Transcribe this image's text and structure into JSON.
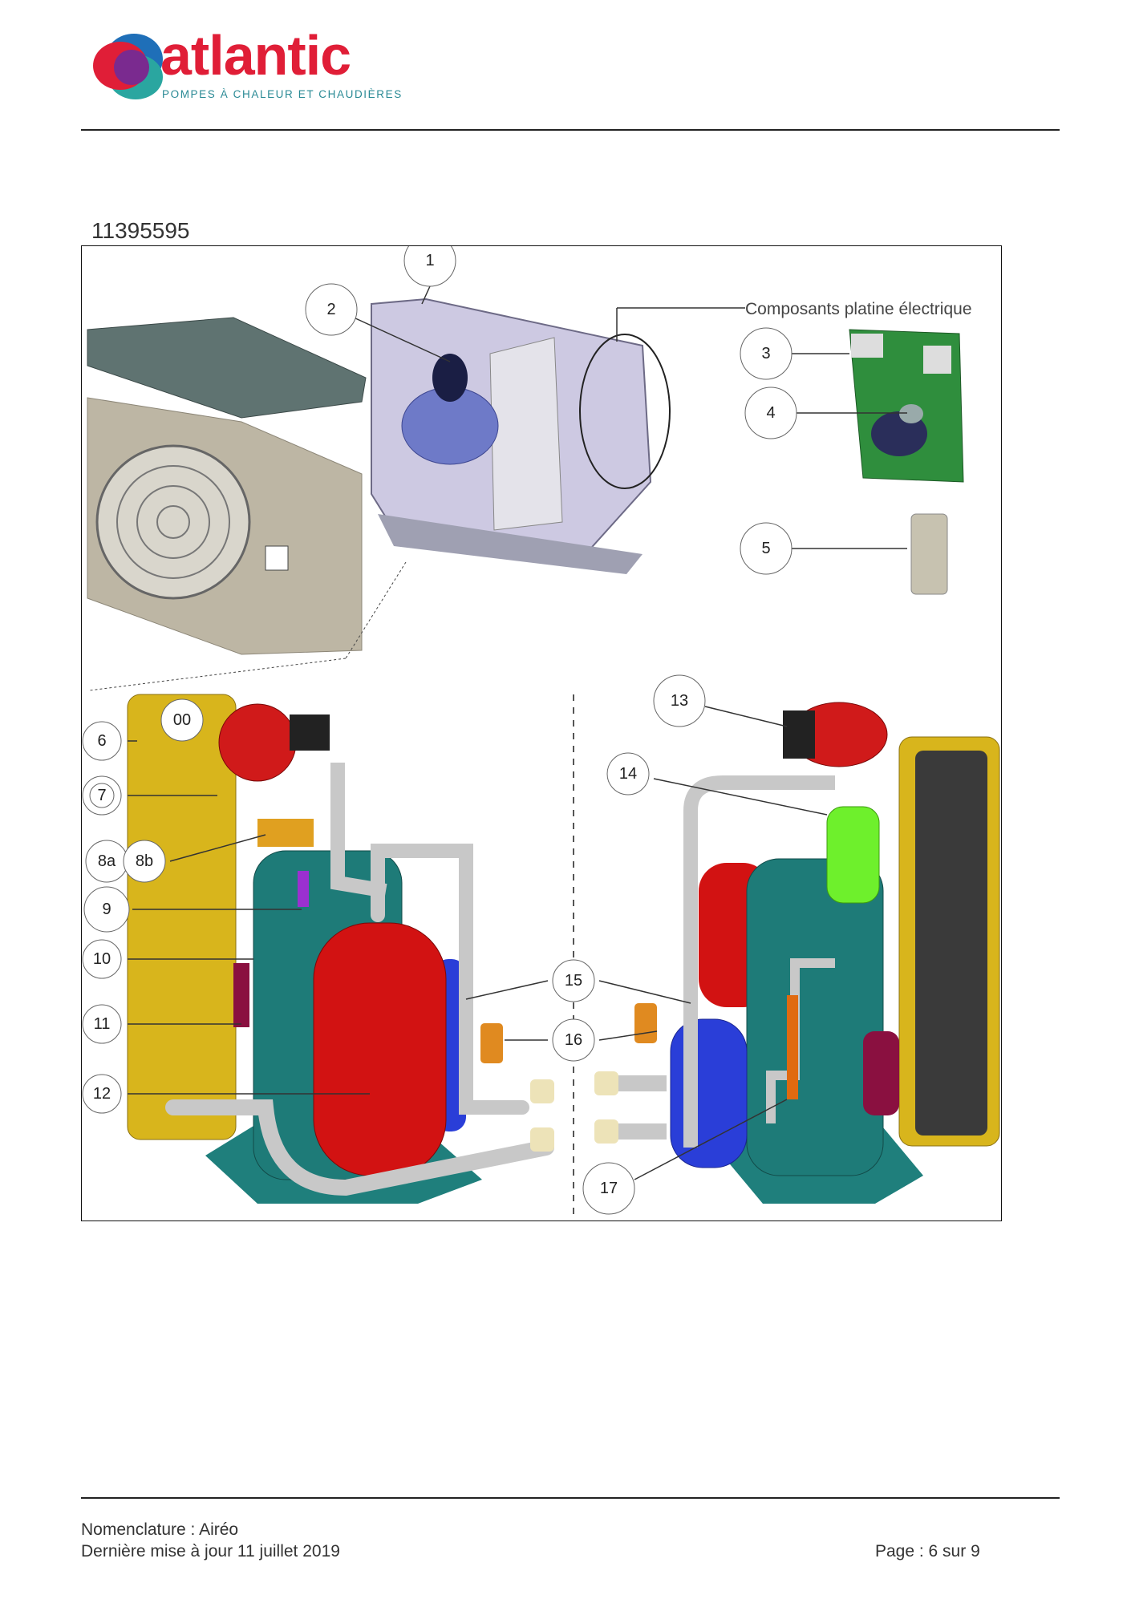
{
  "header": {
    "logo_text": "atlantic",
    "logo_tagline": "POMPES À CHALEUR ET CHAUDIÈRES"
  },
  "reference": "11395595",
  "diagram": {
    "component_label": "Composants platine électrique",
    "callouts": [
      "1",
      "2",
      "3",
      "4",
      "5",
      "00",
      "6",
      "7",
      "8a",
      "8b",
      "9",
      "10",
      "11",
      "12",
      "13",
      "14",
      "15",
      "16",
      "17"
    ]
  },
  "footer": {
    "nomenclature": "Nomenclature : Airéo",
    "updated": "Dernière mise à jour 11 juillet 2019",
    "page": "Page : 6 sur 9"
  },
  "colors": {
    "brand_red": "#e01e37",
    "brand_teal": "#2a8a95"
  }
}
